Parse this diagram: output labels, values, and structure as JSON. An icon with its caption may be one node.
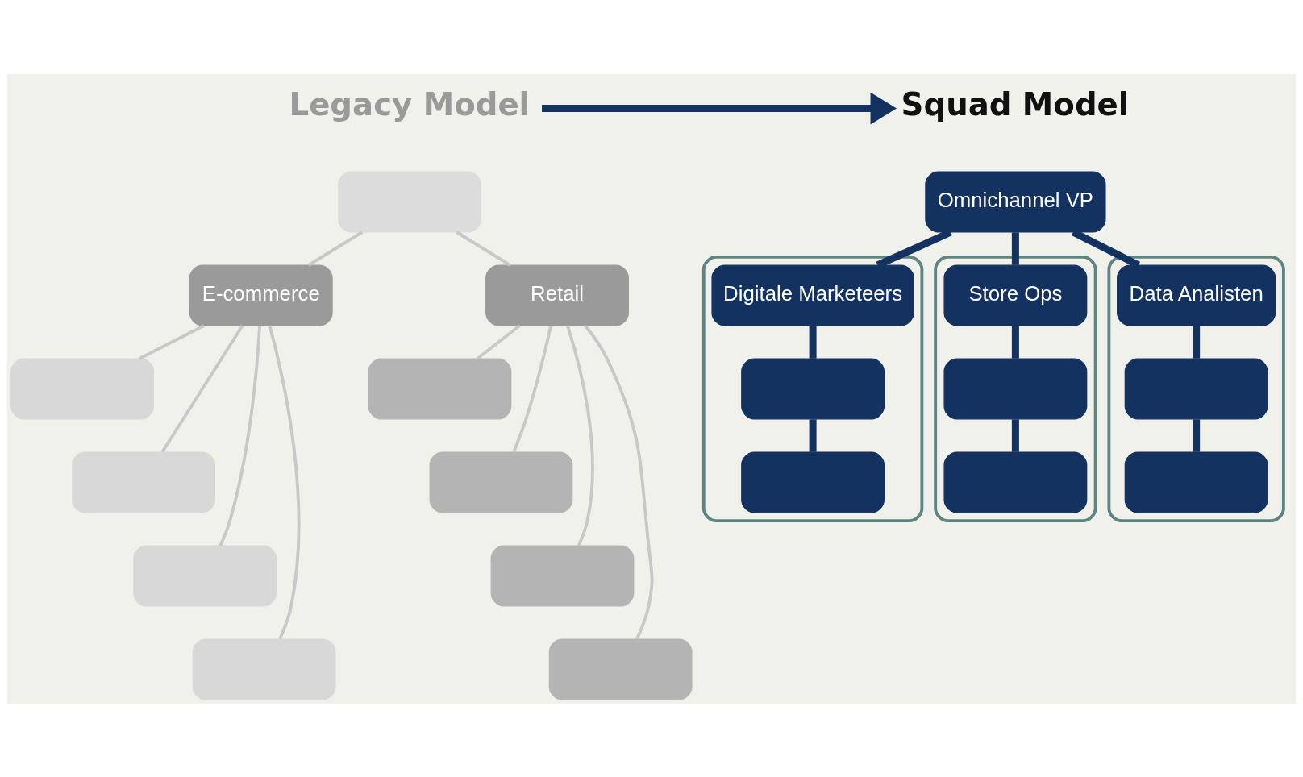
{
  "diagram": {
    "nodes": [
      {
        "text": [
          "Legacy Model"
        ]
      },
      {
        "text": [],
        "shape": "box"
      },
      {
        "text": [
          "E-commerce"
        ]
      },
      {
        "text": [
          "Retail"
        ]
      },
      {
        "text": [],
        "shape": "box"
      },
      {
        "text": [],
        "shape": "box"
      },
      {
        "text": [],
        "shape": "box"
      },
      {
        "text": [],
        "shape": "box"
      },
      {
        "text": [],
        "shape": "box"
      },
      {
        "text": [],
        "shape": "box"
      },
      {
        "text": [],
        "shape": "box"
      },
      {
        "text": [],
        "shape": "box"
      },
      {
        "text": [
          "Squad Model"
        ]
      },
      {
        "text": [
          "Omnichannel VP"
        ]
      },
      {
        "text": [],
        "shape": "box"
      },
      {
        "text": [
          "Digitale Marketeers"
        ],
        "in": 14
      },
      {
        "text": [],
        "shape": "box",
        "in": 14
      },
      {
        "text": [],
        "shape": "box",
        "in": 14
      },
      {
        "text": [],
        "shape": "box"
      },
      {
        "text": [
          "Store Ops"
        ],
        "in": 18
      },
      {
        "text": [],
        "shape": "box",
        "in": 18
      },
      {
        "text": [],
        "shape": "box",
        "in": 18
      },
      {
        "text": [],
        "shape": "box"
      },
      {
        "text": [
          "Data Analisten"
        ],
        "in": 22
      },
      {
        "text": [],
        "shape": "box",
        "in": 22
      },
      {
        "text": [],
        "shape": "box",
        "in": 22
      }
    ],
    "edges": [
      {
        "from": 1,
        "to": 2,
        "arrow": "none"
      },
      {
        "from": 1,
        "to": 3,
        "arrow": "none"
      },
      {
        "from": 2,
        "to": 4,
        "arrow": "none"
      },
      {
        "from": 2,
        "to": 5,
        "arrow": "none"
      },
      {
        "from": 2,
        "to": 6,
        "arrow": "none"
      },
      {
        "from": 2,
        "to": 7,
        "arrow": "none"
      },
      {
        "from": 3,
        "to": 8,
        "arrow": "none"
      },
      {
        "from": 3,
        "to": 9,
        "arrow": "none"
      },
      {
        "from": 3,
        "to": 10,
        "arrow": "none"
      },
      {
        "from": 3,
        "to": 11,
        "arrow": "none"
      },
      {
        "from": 0,
        "to": 12,
        "arrow": "to",
        "style": "thick",
        "color": "#14325f"
      },
      {
        "from": 13,
        "to": 15,
        "arrow": "none",
        "style": "thick",
        "color": "#14325f"
      },
      {
        "from": 13,
        "to": 19,
        "arrow": "none",
        "style": "thick",
        "color": "#14325f"
      },
      {
        "from": 13,
        "to": 23,
        "arrow": "none",
        "style": "thick",
        "color": "#14325f"
      },
      {
        "from": 15,
        "to": 16,
        "arrow": "none",
        "style": "thick",
        "color": "#14325f"
      },
      {
        "from": 16,
        "to": 17,
        "arrow": "none",
        "style": "thick",
        "color": "#14325f"
      },
      {
        "from": 19,
        "to": 20,
        "arrow": "none",
        "style": "thick",
        "color": "#14325f"
      },
      {
        "from": 20,
        "to": 21,
        "arrow": "none",
        "style": "thick",
        "color": "#14325f"
      },
      {
        "from": 23,
        "to": 24,
        "arrow": "none",
        "style": "thick",
        "color": "#14325f"
      },
      {
        "from": 24,
        "to": 25,
        "arrow": "none",
        "style": "thick",
        "color": "#14325f"
      }
    ]
  }
}
